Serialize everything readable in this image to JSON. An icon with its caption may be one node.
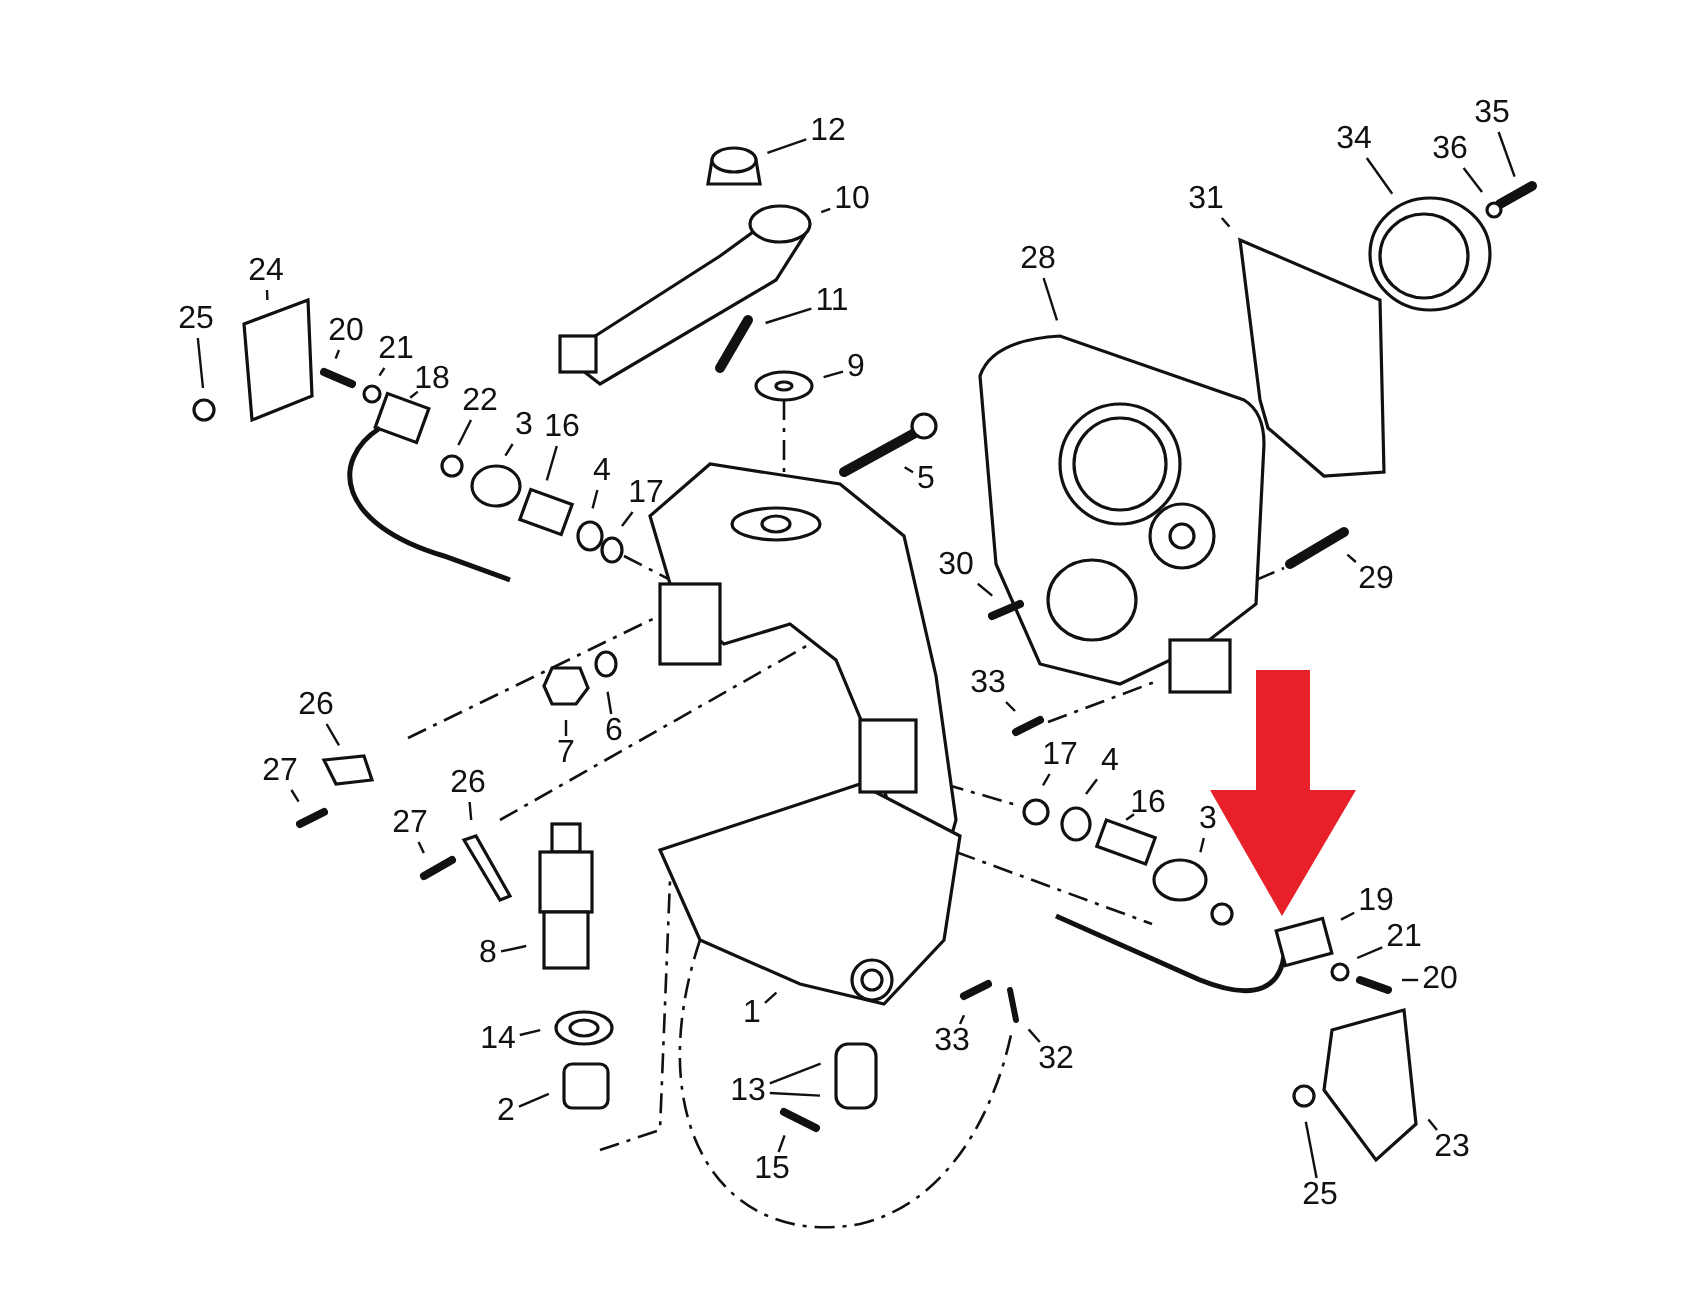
{
  "diagram": {
    "nodes": [
      {
        "text": [
          "12"
        ]
      },
      {
        "text": [
          "10"
        ]
      },
      {
        "text": [
          "11"
        ]
      },
      {
        "text": [
          "9"
        ]
      },
      {
        "text": [
          "5"
        ]
      },
      {
        "text": [
          "24"
        ]
      },
      {
        "text": [
          "25"
        ]
      },
      {
        "text": [
          "20"
        ]
      },
      {
        "text": [
          "21"
        ]
      },
      {
        "text": [
          "18"
        ]
      },
      {
        "text": [
          "22"
        ]
      },
      {
        "text": [
          "3"
        ]
      },
      {
        "text": [
          "16"
        ]
      },
      {
        "text": [
          "4"
        ]
      },
      {
        "text": [
          "17"
        ]
      },
      {
        "text": [
          "28"
        ]
      },
      {
        "text": [
          "31"
        ]
      },
      {
        "text": [
          "34"
        ]
      },
      {
        "text": [
          "36"
        ]
      },
      {
        "text": [
          "35"
        ]
      },
      {
        "text": [
          "30"
        ]
      },
      {
        "text": [
          "29"
        ]
      },
      {
        "text": [
          "33"
        ]
      },
      {
        "text": [
          "7"
        ]
      },
      {
        "text": [
          "6"
        ]
      },
      {
        "text": [
          "26"
        ]
      },
      {
        "text": [
          "27"
        ]
      },
      {
        "text": [
          "26"
        ]
      },
      {
        "text": [
          "27"
        ]
      },
      {
        "text": [
          "17"
        ]
      },
      {
        "text": [
          "4"
        ]
      },
      {
        "text": [
          "16"
        ]
      },
      {
        "text": [
          "3"
        ]
      },
      {
        "text": [
          "19"
        ]
      },
      {
        "text": [
          "21"
        ]
      },
      {
        "text": [
          "20"
        ]
      },
      {
        "text": [
          "8"
        ]
      },
      {
        "text": [
          "1"
        ]
      },
      {
        "text": [
          "14"
        ]
      },
      {
        "text": [
          "2"
        ]
      },
      {
        "text": [
          "13"
        ]
      },
      {
        "text": [
          "15"
        ]
      },
      {
        "text": [
          "33"
        ]
      },
      {
        "text": [
          "32"
        ]
      },
      {
        "text": [
          "23"
        ]
      },
      {
        "text": [
          "25"
        ]
      }
    ],
    "edges": [
      {
        "from": 0,
        "to": null,
        "arrow": "none"
      },
      {
        "from": 1,
        "to": null,
        "arrow": "none"
      },
      {
        "from": 2,
        "to": null,
        "arrow": "none"
      },
      {
        "from": 3,
        "to": null,
        "arrow": "none"
      },
      {
        "from": 4,
        "to": null,
        "arrow": "none"
      },
      {
        "from": 5,
        "to": null,
        "arrow": "none"
      },
      {
        "from": 6,
        "to": null,
        "arrow": "none"
      },
      {
        "from": 7,
        "to": null,
        "arrow": "none"
      },
      {
        "from": 8,
        "to": null,
        "arrow": "none"
      },
      {
        "from": 9,
        "to": null,
        "arrow": "none"
      },
      {
        "from": 10,
        "to": null,
        "arrow": "none"
      },
      {
        "from": 11,
        "to": null,
        "arrow": "none"
      },
      {
        "from": 12,
        "to": null,
        "arrow": "none"
      },
      {
        "from": 13,
        "to": null,
        "arrow": "none"
      },
      {
        "from": 14,
        "to": null,
        "arrow": "none"
      },
      {
        "from": 15,
        "to": null,
        "arrow": "none"
      },
      {
        "from": 16,
        "to": null,
        "arrow": "none"
      },
      {
        "from": 17,
        "to": null,
        "arrow": "none"
      },
      {
        "from": 18,
        "to": null,
        "arrow": "none"
      },
      {
        "from": 19,
        "to": null,
        "arrow": "none"
      },
      {
        "from": 20,
        "to": null,
        "arrow": "none"
      },
      {
        "from": 21,
        "to": null,
        "arrow": "none"
      },
      {
        "from": 22,
        "to": null,
        "arrow": "none"
      },
      {
        "from": 23,
        "to": null,
        "arrow": "none"
      },
      {
        "from": 24,
        "to": null,
        "arrow": "none"
      },
      {
        "from": 25,
        "to": null,
        "arrow": "none"
      },
      {
        "from": 26,
        "to": null,
        "arrow": "none"
      },
      {
        "from": 27,
        "to": null,
        "arrow": "none"
      },
      {
        "from": 28,
        "to": null,
        "arrow": "none"
      },
      {
        "from": 29,
        "to": null,
        "arrow": "none"
      },
      {
        "from": 30,
        "to": null,
        "arrow": "none"
      },
      {
        "from": 31,
        "to": null,
        "arrow": "none"
      },
      {
        "from": 32,
        "to": null,
        "arrow": "none"
      },
      {
        "from": 33,
        "to": null,
        "arrow": "none"
      },
      {
        "from": 34,
        "to": null,
        "arrow": "none"
      },
      {
        "from": 35,
        "to": null,
        "arrow": "none"
      },
      {
        "from": 36,
        "to": null,
        "arrow": "none"
      },
      {
        "from": 37,
        "to": null,
        "arrow": "none"
      },
      {
        "from": 38,
        "to": null,
        "arrow": "none"
      },
      {
        "from": 39,
        "to": null,
        "arrow": "none"
      },
      {
        "from": 40,
        "to": null,
        "arrow": "none"
      },
      {
        "from": 40,
        "to": null,
        "arrow": "none"
      },
      {
        "from": 41,
        "to": null,
        "arrow": "none"
      },
      {
        "from": 42,
        "to": null,
        "arrow": "none"
      },
      {
        "from": 43,
        "to": null,
        "arrow": "none"
      },
      {
        "from": 44,
        "to": null,
        "arrow": "none"
      },
      {
        "from": 45,
        "to": null,
        "arrow": "none"
      }
    ]
  }
}
